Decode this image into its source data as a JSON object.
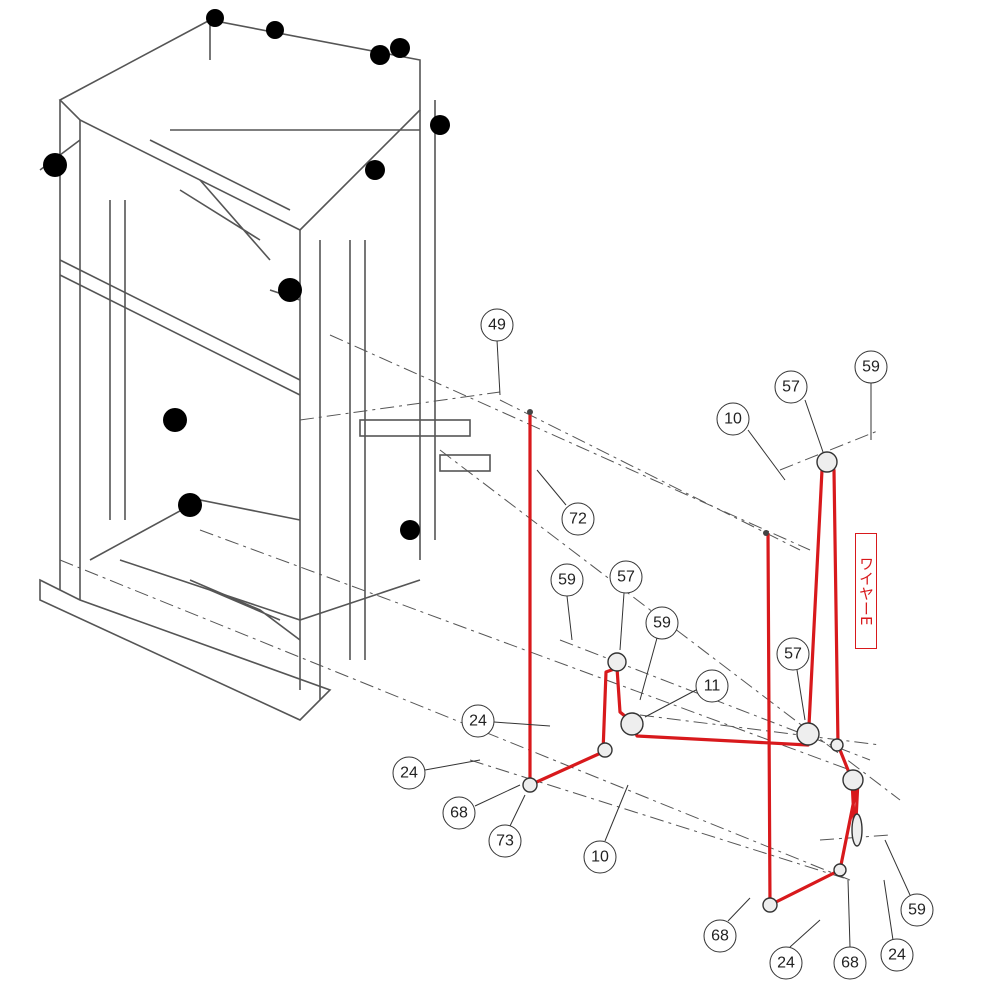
{
  "diagram": {
    "callouts": [
      "49",
      "72",
      "10",
      "57",
      "59",
      "59",
      "57",
      "59",
      "11",
      "57",
      "24",
      "24",
      "68",
      "73",
      "10",
      "68",
      "24",
      "68",
      "24",
      "59"
    ],
    "wire_label": "ワイヤーE",
    "colors": {
      "cable": "#d8191c",
      "line": "#555555"
    }
  }
}
